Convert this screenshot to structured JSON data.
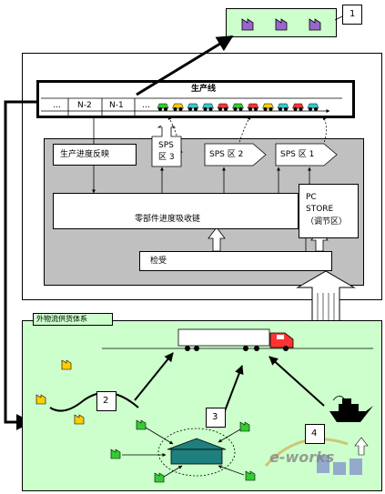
{
  "factory": {
    "production_line": "生产线",
    "line_seq": [
      "…",
      "N-2",
      "N-1",
      "…"
    ],
    "progress_feedback": "生产进度反映",
    "sps3": [
      "SPS",
      "区 3"
    ],
    "sps2": "SPS 区 2",
    "sps1": "SPS 区 1",
    "pc_store": [
      "PC",
      "STORE",
      "（调节区）"
    ],
    "parts_chain": "零部件进度吸收链",
    "inspection": "检受"
  },
  "logistics": {
    "title": "外物流供货体系"
  },
  "callouts": [
    "1",
    "2",
    "3",
    "4"
  ],
  "watermark": "e-works",
  "colors": {
    "green_panel": "#ccffcc",
    "gray_panel": "#c0c0c0",
    "supplier_purple": "#9966cc",
    "supplier_yellow": "#ffcc00",
    "supplier_green": "#33cc33",
    "warehouse_teal": "#1f7f7f",
    "car_colors": [
      "#33cc33",
      "#ffcc00",
      "#33cccc",
      "#33cccc",
      "#ff3333",
      "#33cc33",
      "#ff3333",
      "#ffcc00",
      "#33cccc",
      "#ff3333",
      "#33cccc"
    ]
  },
  "icons": [
    "factory-icon",
    "truck-icon",
    "ship-icon",
    "warehouse-icon",
    "car-icon"
  ]
}
